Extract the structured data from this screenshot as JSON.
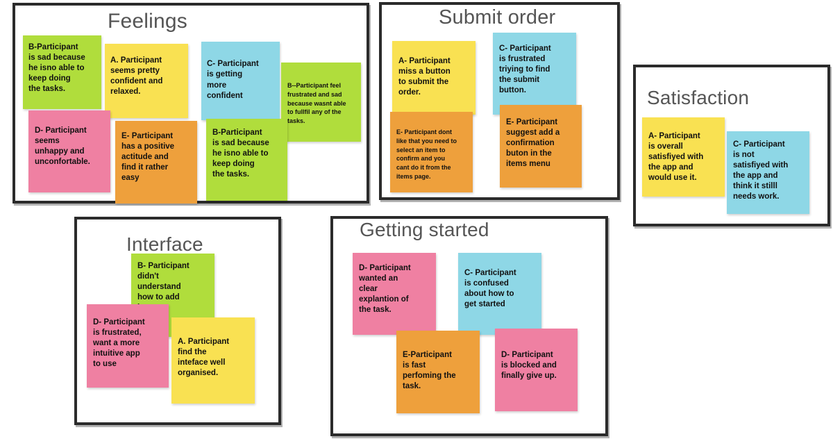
{
  "board": {
    "type": "affinity-diagram",
    "background_color": "#ffffff",
    "palette": {
      "green": "#b0dd3c",
      "yellow": "#f9e152",
      "blue": "#8ed7e6",
      "pink": "#ef80a2",
      "orange": "#eea03c",
      "border": "#2b2b2b",
      "title_text": "#555555",
      "note_text": "#111111"
    }
  },
  "panels": [
    {
      "id": "feelings",
      "title": "Feelings",
      "notes": [
        {
          "id": "feelings-note-1",
          "color": "green",
          "text": "B-Participant\nis sad because\nhe isno able to\nkeep doing\nthe tasks."
        },
        {
          "id": "feelings-note-2",
          "color": "yellow",
          "text": "A. Participant\nseems pretty\nconfident and\nrelaxed."
        },
        {
          "id": "feelings-note-3",
          "color": "blue",
          "text": "C- Participant\nis getting\nmore\nconfident"
        },
        {
          "id": "feelings-note-4",
          "color": "green",
          "text": "B--Participant feel\nfrustrated and sad\nbecause wasnt able\nto fullfil any of the\ntasks."
        },
        {
          "id": "feelings-note-5",
          "color": "pink",
          "text": "D- Participant\nseems\nunhappy and\nunconfortable."
        },
        {
          "id": "feelings-note-6",
          "color": "orange",
          "text": "E- Participant\nhas a positive\nactitude and\nfind it rather\neasy"
        },
        {
          "id": "feelings-note-7",
          "color": "green",
          "text": "B-Participant\nis sad because\nhe isno able to\nkeep doing\nthe tasks."
        }
      ]
    },
    {
      "id": "submit-order",
      "title": "Submit order",
      "notes": [
        {
          "id": "submit-note-1",
          "color": "yellow",
          "text": "A- Participant\nmiss a button\nto submit the\norder."
        },
        {
          "id": "submit-note-2",
          "color": "blue",
          "text": "C- Participant\nis frustrated\ntriying to find\nthe submit\nbutton."
        },
        {
          "id": "submit-note-3",
          "color": "orange",
          "text": "E- Participant dont\nlike that you need to\nselect an item to\nconfirm and you\ncant do it from the\nitems page."
        },
        {
          "id": "submit-note-4",
          "color": "orange",
          "text": "E- Participant\nsuggest add a\nconfirmation\nbuton in the\nitems menu"
        }
      ]
    },
    {
      "id": "satisfaction",
      "title": "Satisfaction",
      "notes": [
        {
          "id": "satisfaction-note-1",
          "color": "yellow",
          "text": "A- Participant\nis overall\nsatisfiyed with\nthe app and\nwould use it."
        },
        {
          "id": "satisfaction-note-2",
          "color": "blue",
          "text": "C- Participant\nis not\nsatisfiyed with\nthe app and\nthink it stilll\nneeds work."
        }
      ]
    },
    {
      "id": "interface",
      "title": "Interface",
      "notes": [
        {
          "id": "interface-note-1",
          "color": "green",
          "text": "B- Participant\ndidn't\nunderstand\nhow to add\nitems to\norder."
        },
        {
          "id": "interface-note-2",
          "color": "pink",
          "text": "D- Participant\nis frustrated,\nwant a more\nintuitive app\nto use"
        },
        {
          "id": "interface-note-3",
          "color": "yellow",
          "text": "A. Participant\nfind the\ninteface well\norganised."
        }
      ]
    },
    {
      "id": "getting-started",
      "title": "Getting started",
      "notes": [
        {
          "id": "getting-note-1",
          "color": "pink",
          "text": "D- Participant\nwanted an\nclear\nexplantion of\nthe task."
        },
        {
          "id": "getting-note-2",
          "color": "blue",
          "text": "C- Participant\nis confused\nabout how to\nget started"
        },
        {
          "id": "getting-note-3",
          "color": "orange",
          "text": "E-Participant\nis fast\nperfoming the\ntask."
        },
        {
          "id": "getting-note-4",
          "color": "pink",
          "text": "D- Participant\nis blocked and\nfinally give up."
        }
      ]
    }
  ]
}
